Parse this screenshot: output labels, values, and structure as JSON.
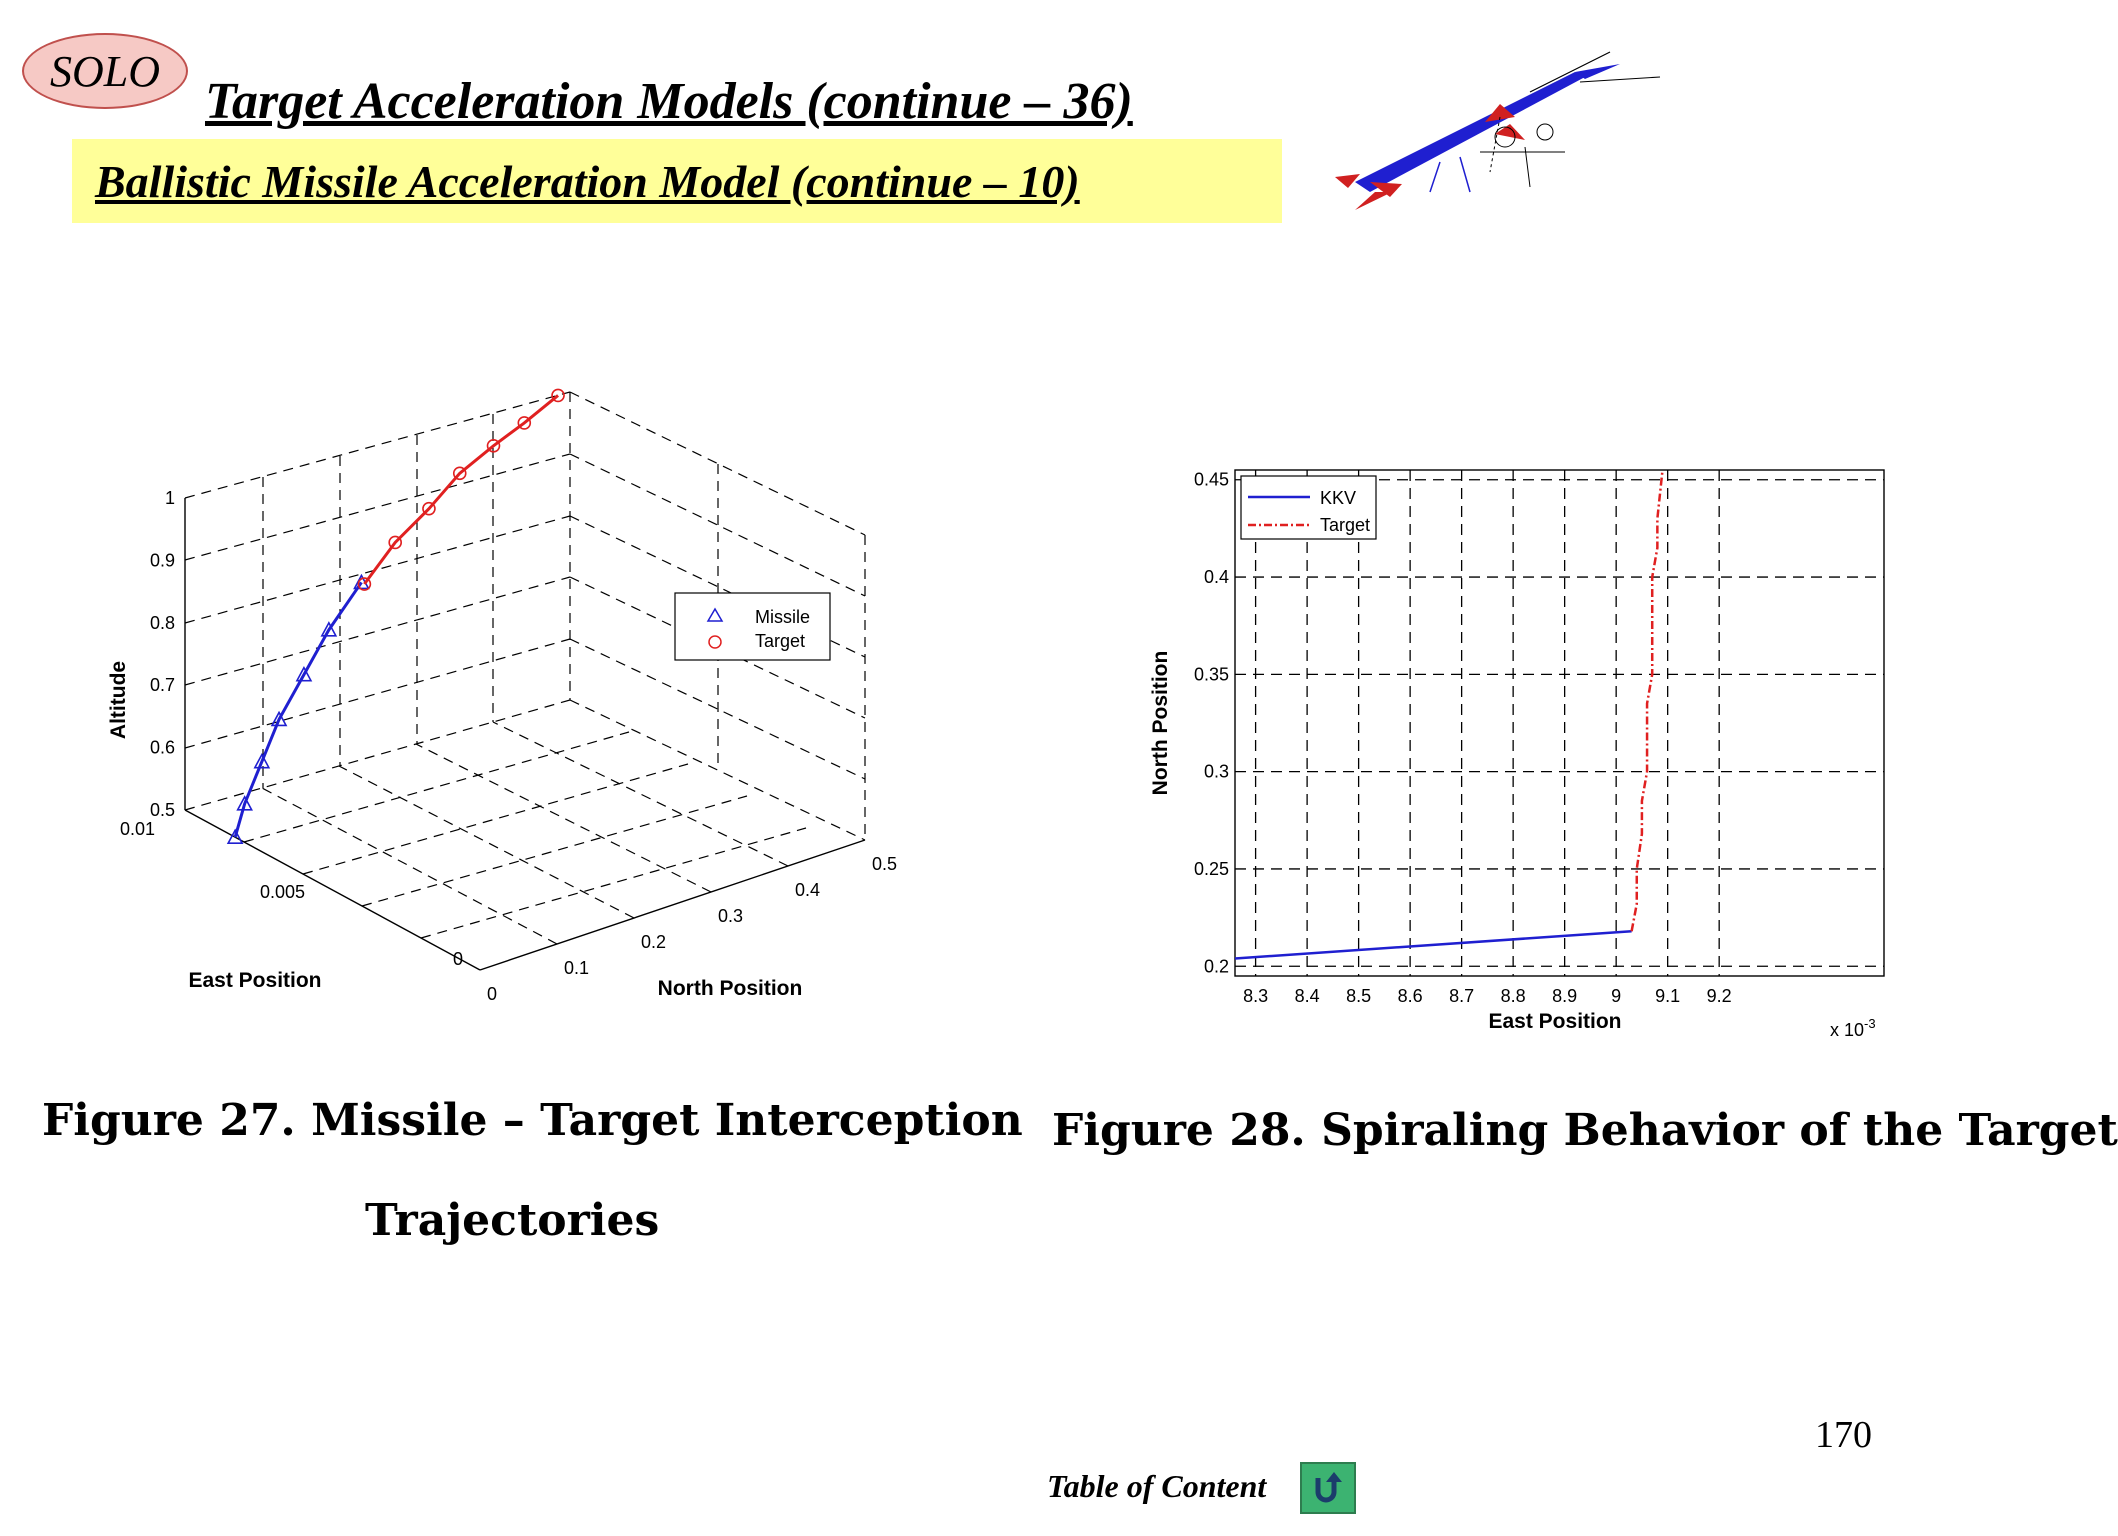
{
  "badge": "SOLO",
  "title": "Target Acceleration Models (continue – 36)",
  "subtitle": "Ballistic Missile Acceleration Model (continue – 10)",
  "figures": {
    "fig27_caption_line1": "Figure 27. Missile – Target Interception",
    "fig27_caption_line2": "Trajectories",
    "fig28_caption": "Figure 28. Spiraling Behavior of the Target"
  },
  "page_number": "170",
  "toc_label": "Table of Content",
  "icons": {
    "rocket": "missile-diagram-icon",
    "toc": "return-arrow-icon"
  },
  "colors": {
    "missile": "#1f1fd0",
    "target": "#e02020",
    "highlight": "#ffff99"
  },
  "chart_data": [
    {
      "type": "scatter",
      "title": "",
      "xlabel": "East Position",
      "ylabel": "North Position",
      "zlabel": "Altitude",
      "x_ticks": [
        "0.01",
        "0.005",
        "0"
      ],
      "y_ticks": [
        "0",
        "0.1",
        "0.2",
        "0.3",
        "0.4",
        "0.5"
      ],
      "z_ticks": [
        "0.5",
        "0.6",
        "0.7",
        "0.8",
        "0.9",
        "1"
      ],
      "legend": [
        "Missile",
        "Target"
      ],
      "legend_position": "right",
      "grid": true,
      "series": [
        {
          "name": "Missile",
          "east": [
            0.0083,
            0.0085,
            0.0087,
            0.0089,
            0.0091,
            0.0093,
            0.0095
          ],
          "north": [
            0.0,
            0.02,
            0.05,
            0.08,
            0.12,
            0.16,
            0.21
          ],
          "altitude": [
            0.5,
            0.54,
            0.59,
            0.64,
            0.69,
            0.74,
            0.79
          ]
        },
        {
          "name": "Target",
          "east": [
            0.0094,
            0.0094,
            0.0093,
            0.0093,
            0.0092,
            0.0092,
            0.0091
          ],
          "north": [
            0.21,
            0.25,
            0.29,
            0.33,
            0.37,
            0.41,
            0.45
          ],
          "altitude": [
            0.79,
            0.84,
            0.88,
            0.92,
            0.95,
            0.97,
            1.0
          ]
        }
      ]
    },
    {
      "type": "line",
      "title": "",
      "xlabel": "East Position",
      "ylabel": "North Position",
      "x_multiplier": "x 10-3",
      "x_ticks": [
        "8.3",
        "8.4",
        "8.5",
        "8.6",
        "8.7",
        "8.8",
        "8.9",
        "9",
        "9.1",
        "9.2"
      ],
      "y_ticks": [
        "0.2",
        "0.25",
        "0.3",
        "0.35",
        "0.4",
        "0.45"
      ],
      "xlim": [
        8.26,
        9.52
      ],
      "ylim": [
        0.195,
        0.455
      ],
      "legend": [
        "KKV",
        "Target"
      ],
      "legend_position": "top-left",
      "grid": true,
      "series": [
        {
          "name": "KKV",
          "x": [
            8.26,
            9.03
          ],
          "y": [
            0.204,
            0.218
          ]
        },
        {
          "name": "Target",
          "x": [
            9.03,
            9.04,
            9.04,
            9.05,
            9.05,
            9.06,
            9.06,
            9.06,
            9.07,
            9.07,
            9.07,
            9.07,
            9.08,
            9.08,
            9.09
          ],
          "y": [
            0.218,
            0.232,
            0.25,
            0.268,
            0.285,
            0.3,
            0.318,
            0.335,
            0.35,
            0.37,
            0.385,
            0.4,
            0.415,
            0.43,
            0.455
          ]
        }
      ]
    }
  ]
}
